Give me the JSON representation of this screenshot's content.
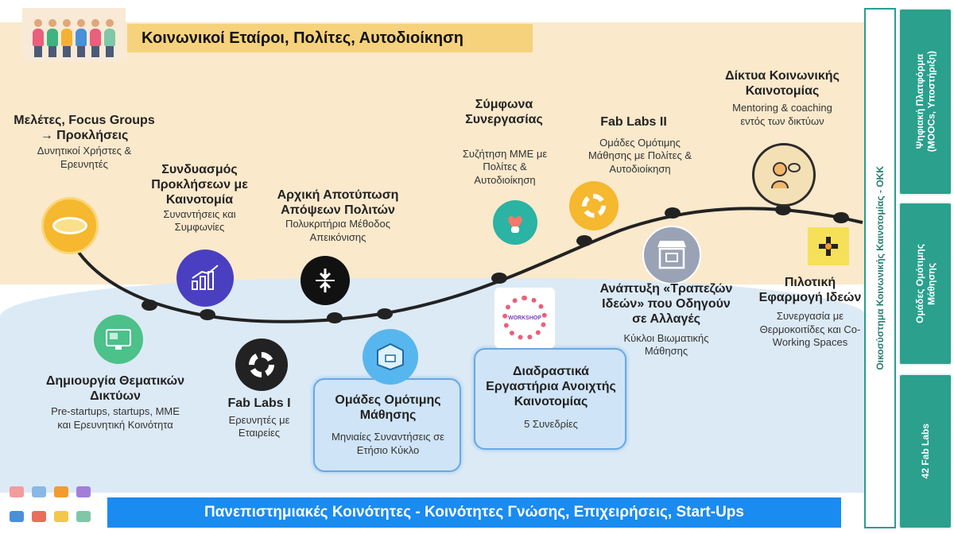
{
  "header": {
    "title": "Κοινωνικοί Εταίροι, Πολίτες, Αυτοδιοίκηση"
  },
  "footer": {
    "title": "Πανεπιστημιακές Κοινότητες - Κοινότητες Γνώσης, Επιχειρήσεις, Start-Ups"
  },
  "side": {
    "ecosystem": "Οικοσύστημα Κοινωνικής Καινοτομίας - ΟΚΚ",
    "boxes": [
      "Ψηφιακή Πλατφόρμα\n(MOOCs, Υποστήριξη)",
      "Ομάδες Ομότιμης\nΜάθησης",
      "42 Fab Labs"
    ]
  },
  "steps": {
    "studies": {
      "title1": "Μελέτες, Focus Groups",
      "title2": "→ Προκλήσεις",
      "sub": "Δυνητικοί Χρήστες & Ερευνητές"
    },
    "combine": {
      "title": "Συνδυασμός Προκλήσεων με Καινοτομία",
      "sub": "Συναντήσεις και Συμφωνίες"
    },
    "capture": {
      "title": "Αρχική Αποτύπωση Απόψεων Πολιτών",
      "sub": "Πολυκριτήρια Μέθοδος Απεικόνισης"
    },
    "agreements": {
      "title": "Σύμφωνα Συνεργασίας",
      "sub": "Συζήτηση ΜΜΕ με Πολίτες & Αυτοδιοίκηση"
    },
    "fablabs2": {
      "title": "Fab Labs II",
      "sub": "Ομάδες Ομότιμης Μάθησης με Πολίτες & Αυτοδιοίκηση"
    },
    "networks": {
      "title": "Δίκτυα Κοινωνικής Καινοτομίας",
      "sub": "Mentoring & coaching εντός των δικτύων"
    },
    "thematic": {
      "title": "Δημιουργία Θεματικών Δικτύων",
      "sub": "Pre-startups, startups, ΜΜΕ και Ερευνητική Κοινότητα"
    },
    "fablabs1": {
      "title": "Fab Labs I",
      "sub": "Ερευνητές με Εταιρείες"
    },
    "peer": {
      "title": "Ομάδες Ομότιμης Μάθησης",
      "sub": "Μηνιαίες Συναντήσεις σε Ετήσιο Κύκλο"
    },
    "workshops": {
      "title": "Διαδραστικά Εργαστήρια Ανοιχτής Καινοτομίας",
      "sub": "5 Συνεδρίες",
      "icon_text": "WORKSHOP"
    },
    "tables": {
      "title": "Ανάπτυξη «Τραπεζών Ιδεών» που Οδηγούν σε Αλλαγές",
      "sub": "Κύκλοι Βιωματικής Μάθησης"
    },
    "pilot": {
      "title": "Πιλοτική Εφαρμογή Ιδεών",
      "sub": "Συνεργασία με Θερμοκοιτίδες και Co-Working Spaces"
    }
  },
  "colors": {
    "band_top": "#fbe9cc",
    "band_bottom": "#dceaf6",
    "banner_top": "#f7d27c",
    "banner_bottom": "#1a8bf0",
    "teal": "#2aa08d"
  },
  "icons": [
    "people-icon",
    "coin-icon",
    "chart-icon",
    "compress-icon",
    "heart-hand-icon",
    "fablab-icon",
    "store-icon",
    "speaker-icon",
    "monitor-icon",
    "box-icon",
    "workshop-icon",
    "cross-icon"
  ]
}
